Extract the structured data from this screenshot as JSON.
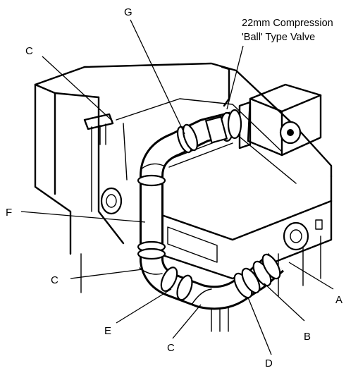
{
  "figure": {
    "valve_caption_line1": "22mm Compression",
    "valve_caption_line2": "'Ball' Type Valve",
    "labels": {
      "A": "A",
      "B": "B",
      "C": "C",
      "D": "D",
      "E": "E",
      "F": "F",
      "G": "G"
    }
  }
}
